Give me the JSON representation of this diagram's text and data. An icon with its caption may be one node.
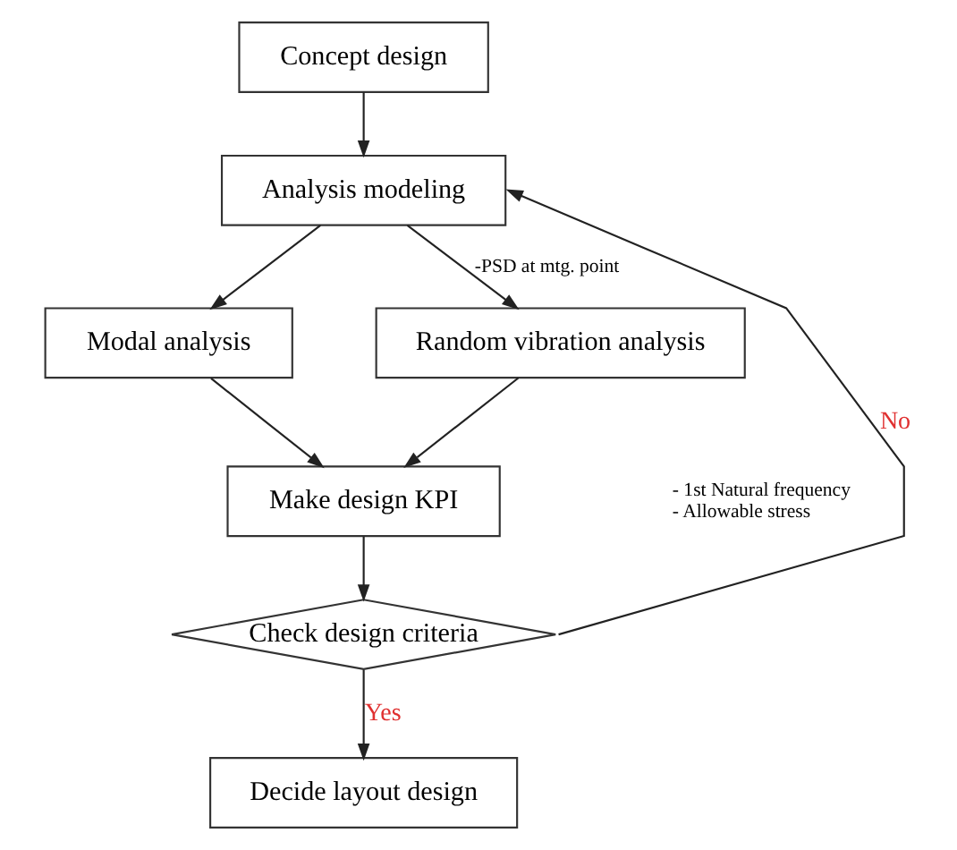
{
  "diagram": {
    "nodes": [
      {
        "text": [
          "Concept design"
        ]
      },
      {
        "text": [
          "Analysis modeling"
        ]
      },
      {
        "text": [
          "Modal analysis"
        ]
      },
      {
        "text": [
          "Random vibration analysis"
        ]
      },
      {
        "text": [
          "Make design KPI"
        ],
        "beside": [
          "- 1st Natural frequency",
          "- Allowable stress"
        ]
      },
      {
        "text": [
          "Check design criteria"
        ]
      },
      {
        "text": [
          "Decide layout design"
        ]
      }
    ],
    "edges": [
      {
        "from": 0,
        "to": 1,
        "arrow": "to"
      },
      {
        "from": 1,
        "to": 2,
        "arrow": "to"
      },
      {
        "from": 1,
        "to": 3,
        "arrow": "to",
        "label": "-PSD at mtg. point"
      },
      {
        "from": 2,
        "to": 4,
        "arrow": "to"
      },
      {
        "from": 3,
        "to": 4,
        "arrow": "to"
      },
      {
        "from": 4,
        "to": 5,
        "arrow": "to"
      },
      {
        "from": 5,
        "to": 1,
        "arrow": "to",
        "label": "No"
      },
      {
        "from": 5,
        "to": 6,
        "arrow": "to",
        "label": "Yes"
      }
    ]
  }
}
